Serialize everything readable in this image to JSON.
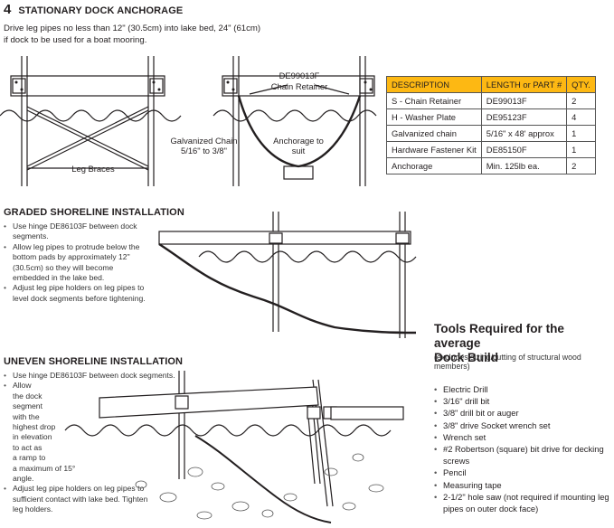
{
  "anchorage": {
    "step": "4",
    "title": "STATIONARY DOCK ANCHORAGE",
    "intro_line1": "Drive leg pipes no less than 12\" (30.5cm) into lake bed, 24\" (61cm)",
    "intro_line2": "if dock to be used for a boat mooring.",
    "label_leg_braces": "Leg Braces",
    "label_part_code": "DE99013F",
    "label_chain_retainer": "Chain Retainer",
    "label_galv_chain_1": "Galvanized Chain",
    "label_galv_chain_2": "5/16\" to 3/8\"",
    "label_anchorage_1": "Anchorage to",
    "label_anchorage_2": "suit"
  },
  "parts_table": {
    "headers": [
      "DESCRIPTION",
      "LENGTH or PART #",
      "QTY."
    ],
    "rows": [
      [
        "S - Chain Retainer",
        "DE99013F",
        "2"
      ],
      [
        "H - Washer Plate",
        "DE95123F",
        "4"
      ],
      [
        "Galvanized chain",
        "5/16\" x 48' approx",
        "1"
      ],
      [
        "Hardware Fastener Kit",
        "DE85150F",
        "1"
      ],
      [
        "Anchorage",
        "Min. 125lb ea.",
        "2"
      ]
    ],
    "header_color": "#fdb813"
  },
  "graded": {
    "title": "GRADED SHORELINE INSTALLATION",
    "bullets": [
      "Use hinge DE86103F between dock segments.",
      "Allow leg pipes to protrude below the bottom pads by approximately 12\" (30.5cm) so they will become embedded in the lake bed.",
      "Adjust leg pipe holders on leg pipes to level dock segments before tightening."
    ]
  },
  "uneven": {
    "title": "UNEVEN SHORELINE INSTALLATION",
    "bullet1": "Use hinge DE86103F between dock segments.",
    "bullet2_lines": [
      "Allow",
      "the dock",
      "segment",
      "with the",
      "highest drop",
      "in elevation",
      "to act as",
      "a ramp to",
      "a maximum of 15°",
      "angle."
    ],
    "bullet3": "Adjust leg pipe holders on leg pipes to sufficient contact with lake bed. Tighten leg holders."
  },
  "tools": {
    "title_line1": "Tools Required for the average",
    "title_line2": "Dock Build",
    "subtitle": "(excludes sizing/cutting of structural wood members)",
    "items": [
      "Electric Drill",
      "3/16\" drill bit",
      "3/8\" drill bit or auger",
      "3/8\" drive Socket wrench set",
      "Wrench set",
      "#2 Robertson (square) bit drive for decking screws",
      "Pencil",
      "Measuring tape",
      "2-1/2\" hole saw (not required if mounting leg pipes on outer dock face)"
    ]
  }
}
